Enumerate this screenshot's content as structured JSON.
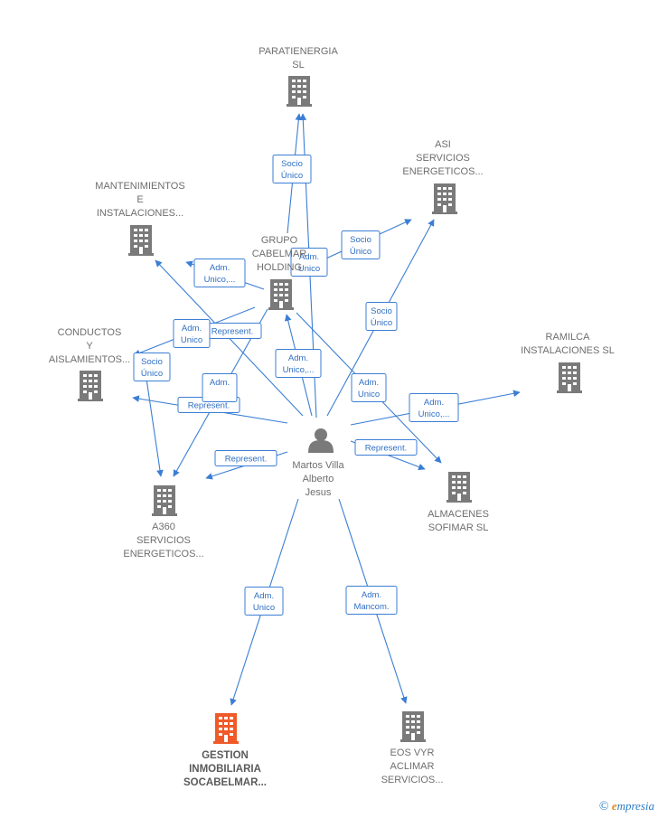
{
  "colors": {
    "edge": "#3b7ed4",
    "building": "#7a7a7a",
    "building_main": "#f05a28",
    "person": "#7a7a7a"
  },
  "person": {
    "lines": [
      "Martos Villa",
      "Alberto",
      "Jesus"
    ],
    "icon": "person-icon"
  },
  "companies": [
    {
      "id": "paratienergia",
      "lines": [
        "PARATIENERGIA",
        "SL"
      ],
      "main": false
    },
    {
      "id": "asi",
      "lines": [
        "ASI",
        "SERVICIOS",
        "ENERGETICOS..."
      ],
      "main": false
    },
    {
      "id": "mantenimientos",
      "lines": [
        "MANTENIMIENTOS",
        "E",
        "INSTALACIONES..."
      ],
      "main": false
    },
    {
      "id": "grupo",
      "lines": [
        "GRUPO",
        "CABELMAR",
        "HOLDING"
      ],
      "main": false
    },
    {
      "id": "conductos",
      "lines": [
        "CONDUCTOS",
        "Y",
        "AISLAMIENTOS..."
      ],
      "main": false
    },
    {
      "id": "ramilca",
      "lines": [
        "RAMILCA",
        "INSTALACIONES SL"
      ],
      "main": false
    },
    {
      "id": "a360",
      "lines": [
        "A360",
        "SERVICIOS",
        "ENERGETICOS..."
      ],
      "main": false
    },
    {
      "id": "almacenes",
      "lines": [
        "ALMACENES",
        "SOFIMAR  SL"
      ],
      "main": false
    },
    {
      "id": "gestion",
      "lines": [
        "GESTION",
        "INMOBILIARIA",
        "SOCABELMAR..."
      ],
      "main": true
    },
    {
      "id": "eos",
      "lines": [
        "EOS VYR",
        "ACLIMAR",
        "SERVICIOS..."
      ],
      "main": false
    }
  ],
  "edges": [
    {
      "from": "grupo",
      "to": "paratienergia",
      "lines": [
        "Socio",
        "Único"
      ]
    },
    {
      "from": "person",
      "to": "paratienergia",
      "lines": [
        "Adm.",
        "Unico"
      ]
    },
    {
      "from": "grupo",
      "to": "asi",
      "lines": [
        "Socio",
        "Único"
      ]
    },
    {
      "from": "person",
      "to": "asi",
      "lines": [
        "Socio",
        "Único"
      ]
    },
    {
      "from": "grupo",
      "to": "mantenimientos",
      "lines": [
        "Adm.",
        "Unico,..."
      ]
    },
    {
      "from": "person",
      "to": "mantenimientos",
      "lines": [
        "Represent."
      ]
    },
    {
      "from": "grupo",
      "to": "conductos",
      "lines": [
        "Adm.",
        "Unico"
      ]
    },
    {
      "from": "person",
      "to": "conductos",
      "lines": [
        "Represent."
      ]
    },
    {
      "from": "person",
      "to": "grupo",
      "lines": [
        "Adm.",
        "Unico,..."
      ]
    },
    {
      "from": "grupo",
      "to": "a360",
      "lines": [
        "Adm.",
        ""
      ]
    },
    {
      "from": "person",
      "to": "a360",
      "lines": [
        "Represent."
      ]
    },
    {
      "from": "conductos",
      "to": "a360",
      "lines": [
        "Socio",
        "Único"
      ]
    },
    {
      "from": "person",
      "to": "ramilca",
      "lines": [
        "Adm.",
        "Unico,..."
      ]
    },
    {
      "from": "grupo",
      "to": "almacenes",
      "lines": [
        "Adm.",
        "Unico"
      ]
    },
    {
      "from": "person",
      "to": "almacenes",
      "lines": [
        "Represent."
      ]
    },
    {
      "from": "person",
      "to": "gestion",
      "lines": [
        "Adm.",
        "Unico"
      ]
    },
    {
      "from": "person",
      "to": "eos",
      "lines": [
        "Adm.",
        "Mancom."
      ]
    }
  ],
  "footer": {
    "copyright": "©",
    "brand_initial": "e",
    "brand_rest": "mpresia"
  }
}
